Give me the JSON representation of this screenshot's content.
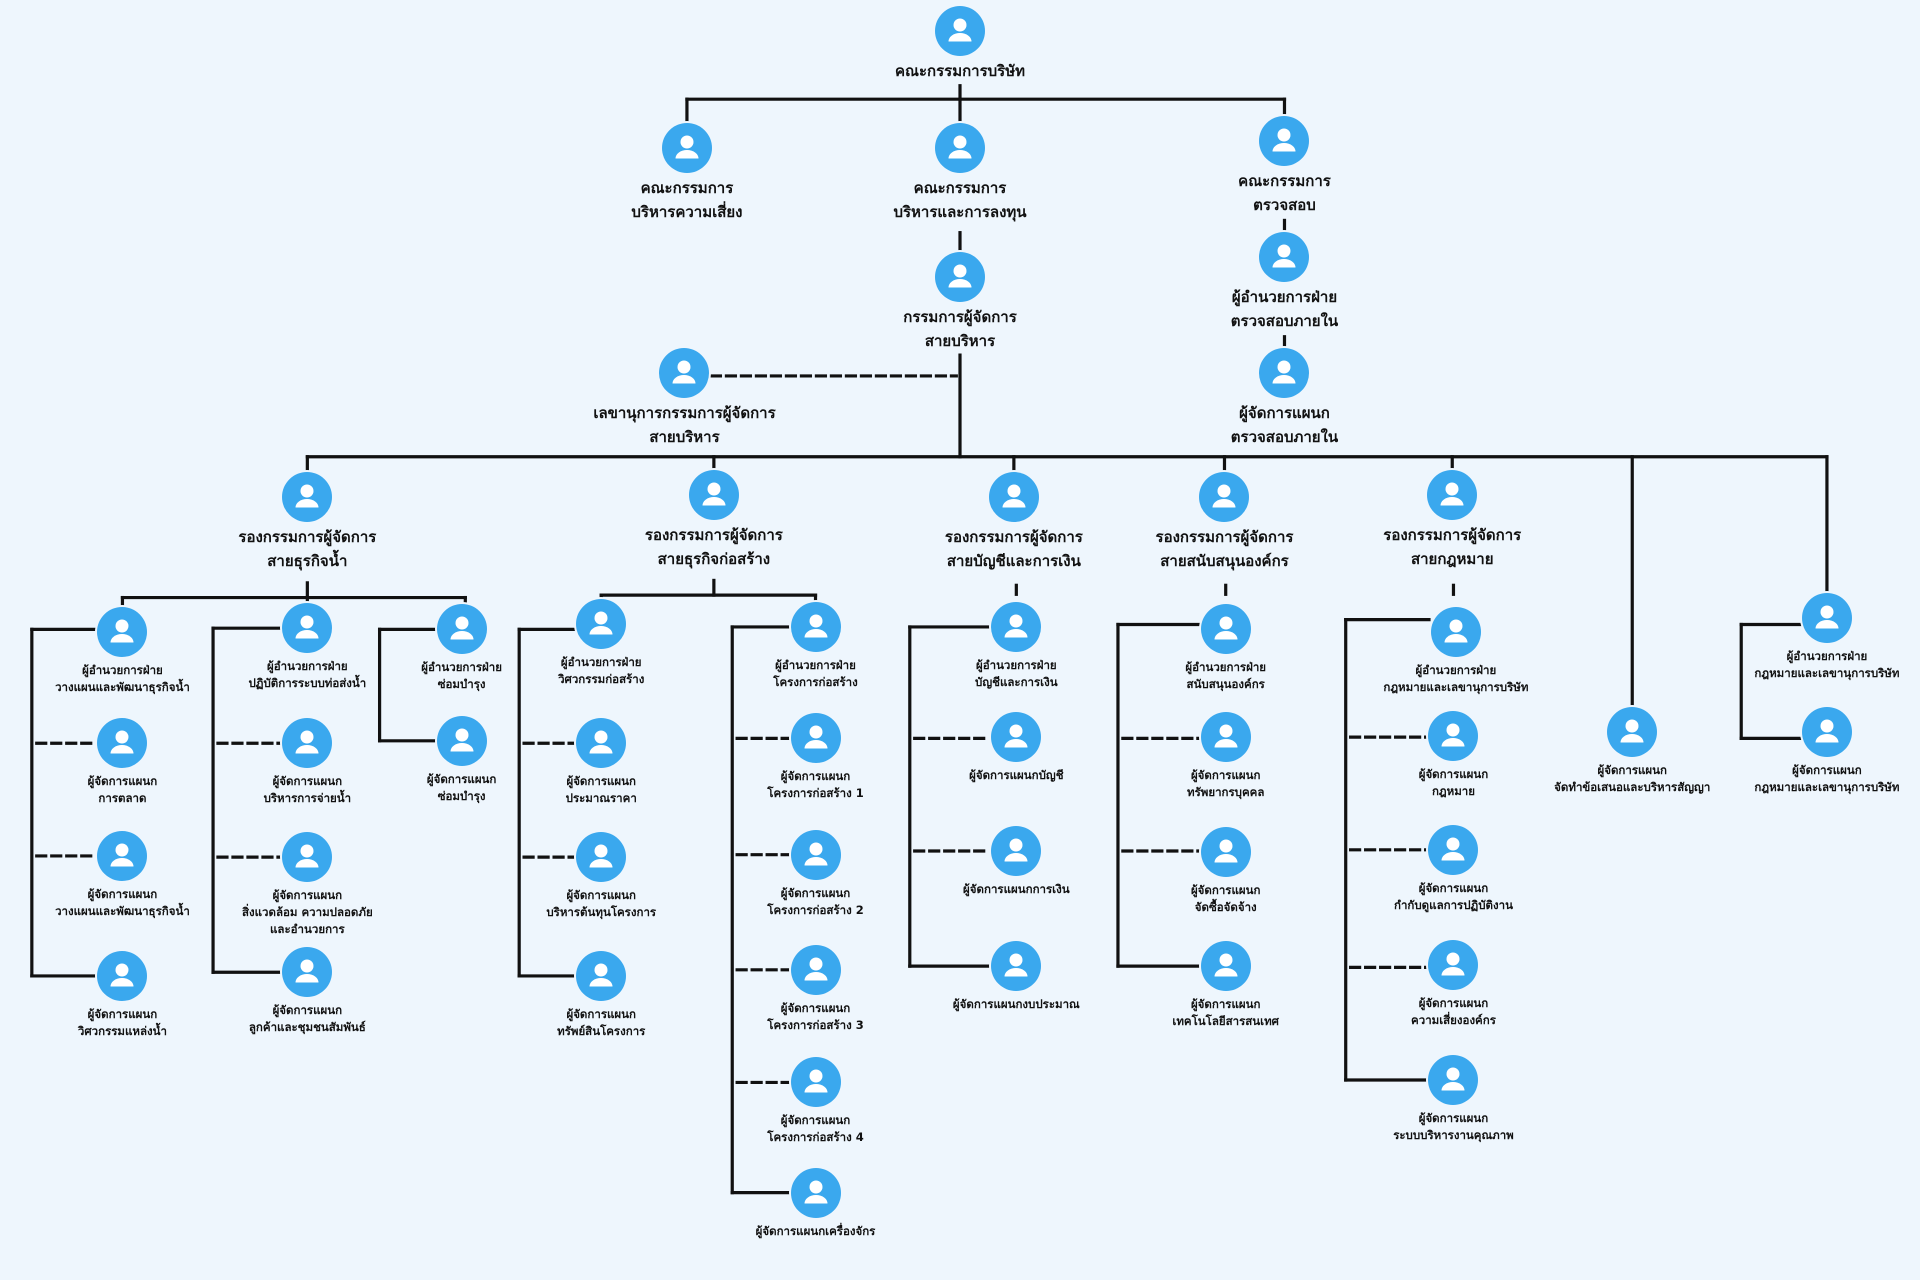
{
  "colors": {
    "background": "#eef6fd",
    "node": "#3aa8ee",
    "line": "#111111"
  },
  "icon": "user-icon",
  "nodes": {
    "board": [
      "คณะกรรมการบริษัท"
    ],
    "risk": [
      "คณะกรรมการ",
      "บริหารความเสี่ยง"
    ],
    "invest": [
      "คณะกรรมการ",
      "บริหารและการลงทุน"
    ],
    "audit": [
      "คณะกรรมการ",
      "ตรวจสอบ"
    ],
    "ceo": [
      "กรรมการผู้จัดการ",
      "สายบริหาร"
    ],
    "audit_dir": [
      "ผู้อำนวยการฝ่าย",
      "ตรวจสอบภายใน"
    ],
    "audit_mgr": [
      "ผู้จัดการแผนก",
      "ตรวจสอบภายใน"
    ],
    "secretary": [
      "เลขานุการกรรมการผู้จัดการ",
      "สายบริหาร"
    ],
    "vp_water": [
      "รองกรรมการผู้จัดการ",
      "สายธุรกิจน้ำ"
    ],
    "vp_const": [
      "รองกรรมการผู้จัดการ",
      "สายธุรกิจก่อสร้าง"
    ],
    "vp_fin": [
      "รองกรรมการผู้จัดการ",
      "สายบัญชีและการเงิน"
    ],
    "vp_support": [
      "รองกรรมการผู้จัดการ",
      "สายสนับสนุนองค์กร"
    ],
    "vp_legal": [
      "รองกรรมการผู้จัดการ",
      "สายกฎหมาย"
    ],
    "w_plan_dir": [
      "ผู้อำนวยการฝ่าย",
      "วางแผนและพัฒนาธุรกิจน้ำ"
    ],
    "w_mkt": [
      "ผู้จัดการแผนก",
      "การตลาด"
    ],
    "w_plan_mgr": [
      "ผู้จัดการแผนก",
      "วางแผนและพัฒนาธุรกิจน้ำ"
    ],
    "w_eng": [
      "ผู้จัดการแผนก",
      "วิศวกรรมแหล่งน้ำ"
    ],
    "w_ops_dir": [
      "ผู้อำนวยการฝ่าย",
      "ปฏิบัติการระบบท่อส่งน้ำ"
    ],
    "w_dist": [
      "ผู้จัดการแผนก",
      "บริหารการจ่ายน้ำ"
    ],
    "w_env": [
      "ผู้จัดการแผนก",
      "สิ่งแวดล้อม ความปลอดภัย",
      "และอำนวยการ"
    ],
    "w_cust": [
      "ผู้จัดการแผนก",
      "ลูกค้าและชุมชนสัมพันธ์"
    ],
    "w_maint_dir": [
      "ผู้อำนวยการฝ่าย",
      "ซ่อมบำรุง"
    ],
    "w_maint_mgr": [
      "ผู้จัดการแผนก",
      "ซ่อมบำรุง"
    ],
    "c_eng_dir": [
      "ผู้อำนวยการฝ่าย",
      "วิศวกรรมก่อสร้าง"
    ],
    "c_est": [
      "ผู้จัดการแผนก",
      "ประมาณราคา"
    ],
    "c_cost": [
      "ผู้จัดการแผนก",
      "บริหารต้นทุนโครงการ"
    ],
    "c_asset": [
      "ผู้จัดการแผนก",
      "ทรัพย์สินโครงการ"
    ],
    "c_proj_dir": [
      "ผู้อำนวยการฝ่าย",
      "โครงการก่อสร้าง"
    ],
    "c_p1": [
      "ผู้จัดการแผนก",
      "โครงการก่อสร้าง 1"
    ],
    "c_p2": [
      "ผู้จัดการแผนก",
      "โครงการก่อสร้าง 2"
    ],
    "c_p3": [
      "ผู้จัดการแผนก",
      "โครงการก่อสร้าง 3"
    ],
    "c_p4": [
      "ผู้จัดการแผนก",
      "โครงการก่อสร้าง 4"
    ],
    "c_mach": [
      "ผู้จัดการแผนกเครื่องจักร"
    ],
    "f_dir": [
      "ผู้อำนวยการฝ่าย",
      "บัญชีและการเงิน"
    ],
    "f_acc": [
      "ผู้จัดการแผนกบัญชี"
    ],
    "f_fin": [
      "ผู้จัดการแผนกการเงิน"
    ],
    "f_budget": [
      "ผู้จัดการแผนกงบประมาณ"
    ],
    "s_dir": [
      "ผู้อำนวยการฝ่าย",
      "สนับสนุนองค์กร"
    ],
    "s_hr": [
      "ผู้จัดการแผนก",
      "ทรัพยากรบุคคล"
    ],
    "s_proc": [
      "ผู้จัดการแผนก",
      "จัดซื้อจัดจ้าง"
    ],
    "s_it": [
      "ผู้จัดการแผนก",
      "เทคโนโลยีสารสนเทศ"
    ],
    "l_dir": [
      "ผู้อำนวยการฝ่าย",
      "กฎหมายและเลขานุการบริษัท"
    ],
    "l_law": [
      "ผู้จัดการแผนก",
      "กฎหมาย"
    ],
    "l_comp": [
      "ผู้จัดการแผนก",
      "กำกับดูแลการปฏิบัติงาน"
    ],
    "l_risk": [
      "ผู้จัดการแผนก",
      "ความเสี่ยงองค์กร"
    ],
    "l_qms": [
      "ผู้จัดการแผนก",
      "ระบบบริหารงานคุณภาพ"
    ],
    "contract_mgr": [
      "ผู้จัดการแผนก",
      "จัดทำข้อเสนอและบริหารสัญญา"
    ],
    "sec_dir": [
      "ผู้อำนวยการฝ่าย",
      "กฎหมายและเลขานุการบริษัท"
    ],
    "sec_mgr": [
      "ผู้จัดการแผนก",
      "กฎหมายและเลขานุการบริษัท"
    ]
  }
}
